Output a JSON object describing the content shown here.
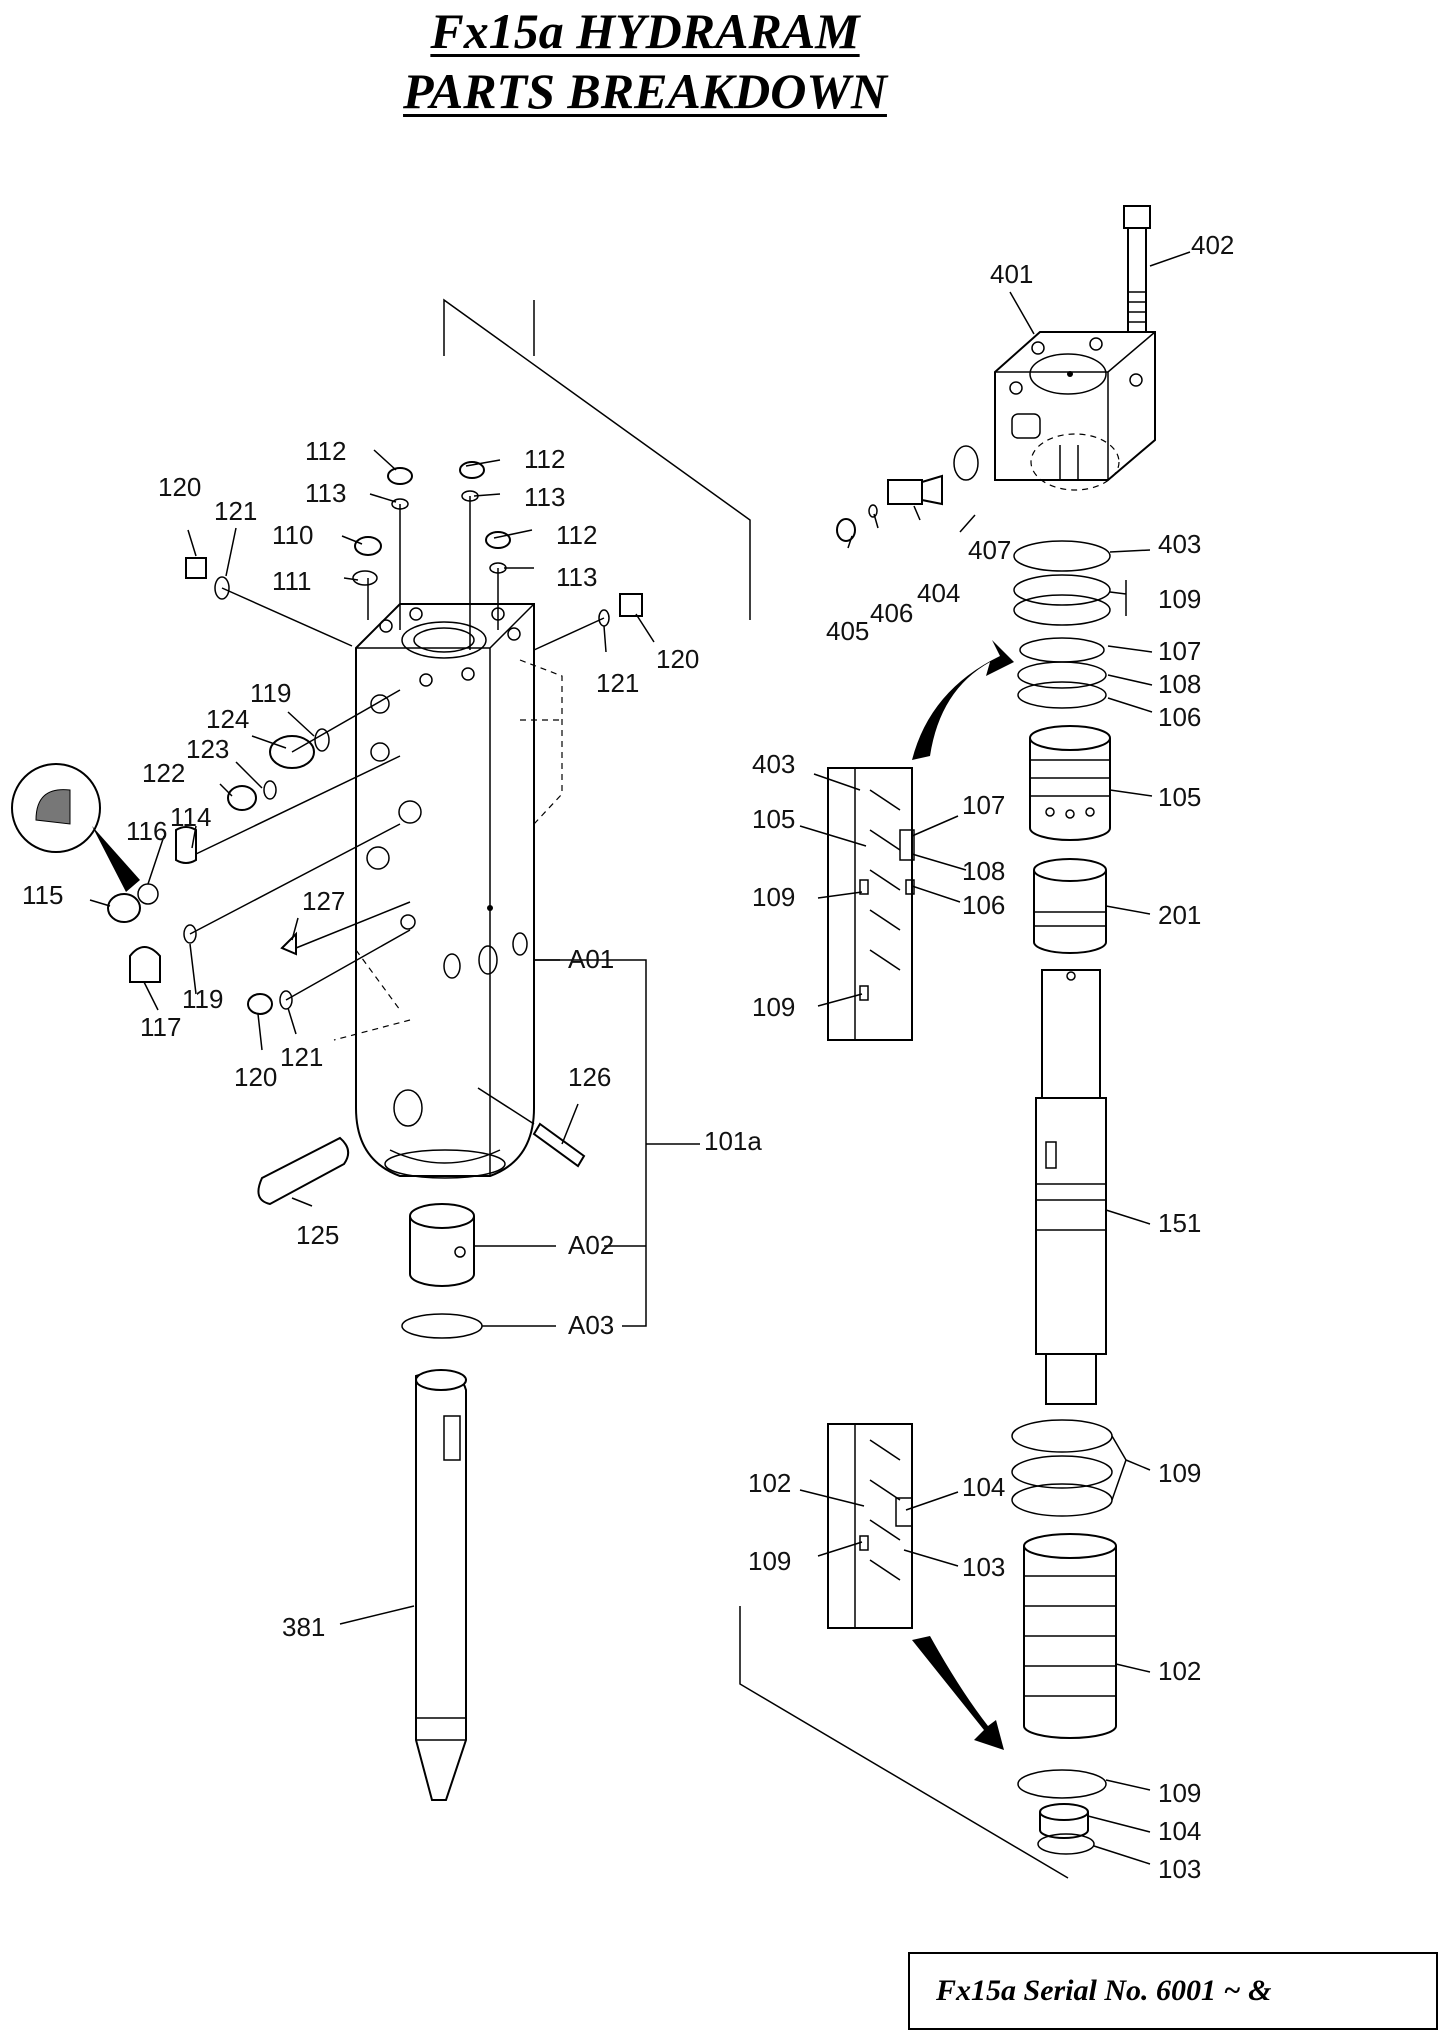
{
  "title": {
    "line1": "Fx15a HYDRARAM",
    "line2": "PARTS BREAKDOWN"
  },
  "serial_box": "Fx15a Serial No. 6001 ~ &",
  "callouts": [
    {
      "id": "c-402",
      "text": "402"
    },
    {
      "id": "c-401",
      "text": "401"
    },
    {
      "id": "c-407",
      "text": "407"
    },
    {
      "id": "c-405",
      "text": "405"
    },
    {
      "id": "c-406",
      "text": "406"
    },
    {
      "id": "c-404",
      "text": "404"
    },
    {
      "id": "c-403",
      "text": "403"
    },
    {
      "id": "c-109a",
      "text": "109"
    },
    {
      "id": "c-107",
      "text": "107"
    },
    {
      "id": "c-108",
      "text": "108"
    },
    {
      "id": "c-106",
      "text": "106"
    },
    {
      "id": "c-105",
      "text": "105"
    },
    {
      "id": "c-201",
      "text": "201"
    },
    {
      "id": "c-151",
      "text": "151"
    },
    {
      "id": "c-109b",
      "text": "109"
    },
    {
      "id": "c-102",
      "text": "102"
    },
    {
      "id": "c-109c",
      "text": "109"
    },
    {
      "id": "c-104",
      "text": "104"
    },
    {
      "id": "c-103",
      "text": "103"
    },
    {
      "id": "s-403",
      "text": "403"
    },
    {
      "id": "s-105",
      "text": "105"
    },
    {
      "id": "s-107",
      "text": "107"
    },
    {
      "id": "s-108",
      "text": "108"
    },
    {
      "id": "s-109a",
      "text": "109"
    },
    {
      "id": "s-106",
      "text": "106"
    },
    {
      "id": "s-109b",
      "text": "109"
    },
    {
      "id": "s-102",
      "text": "102"
    },
    {
      "id": "s-104",
      "text": "104"
    },
    {
      "id": "s-109c",
      "text": "109"
    },
    {
      "id": "s-103",
      "text": "103"
    },
    {
      "id": "l-112a",
      "text": "112"
    },
    {
      "id": "l-113a",
      "text": "113"
    },
    {
      "id": "l-110",
      "text": "110"
    },
    {
      "id": "l-111",
      "text": "111"
    },
    {
      "id": "l-112b",
      "text": "112"
    },
    {
      "id": "l-113b",
      "text": "113"
    },
    {
      "id": "l-112c",
      "text": "112"
    },
    {
      "id": "l-113c",
      "text": "113"
    },
    {
      "id": "l-120a",
      "text": "120"
    },
    {
      "id": "l-121a",
      "text": "121"
    },
    {
      "id": "l-121b",
      "text": "121"
    },
    {
      "id": "l-120b",
      "text": "120"
    },
    {
      "id": "l-119a",
      "text": "119"
    },
    {
      "id": "l-124",
      "text": "124"
    },
    {
      "id": "l-123",
      "text": "123"
    },
    {
      "id": "l-122",
      "text": "122"
    },
    {
      "id": "l-114",
      "text": "114"
    },
    {
      "id": "l-116",
      "text": "116"
    },
    {
      "id": "l-115",
      "text": "115"
    },
    {
      "id": "l-127",
      "text": "127"
    },
    {
      "id": "l-117",
      "text": "117"
    },
    {
      "id": "l-119b",
      "text": "119"
    },
    {
      "id": "l-120c",
      "text": "120"
    },
    {
      "id": "l-121c",
      "text": "121"
    },
    {
      "id": "l-A01",
      "text": "A01"
    },
    {
      "id": "l-126",
      "text": "126"
    },
    {
      "id": "l-101a",
      "text": "101a"
    },
    {
      "id": "l-125",
      "text": "125"
    },
    {
      "id": "l-A02",
      "text": "A02"
    },
    {
      "id": "l-A03",
      "text": "A03"
    },
    {
      "id": "l-381",
      "text": "381"
    }
  ]
}
